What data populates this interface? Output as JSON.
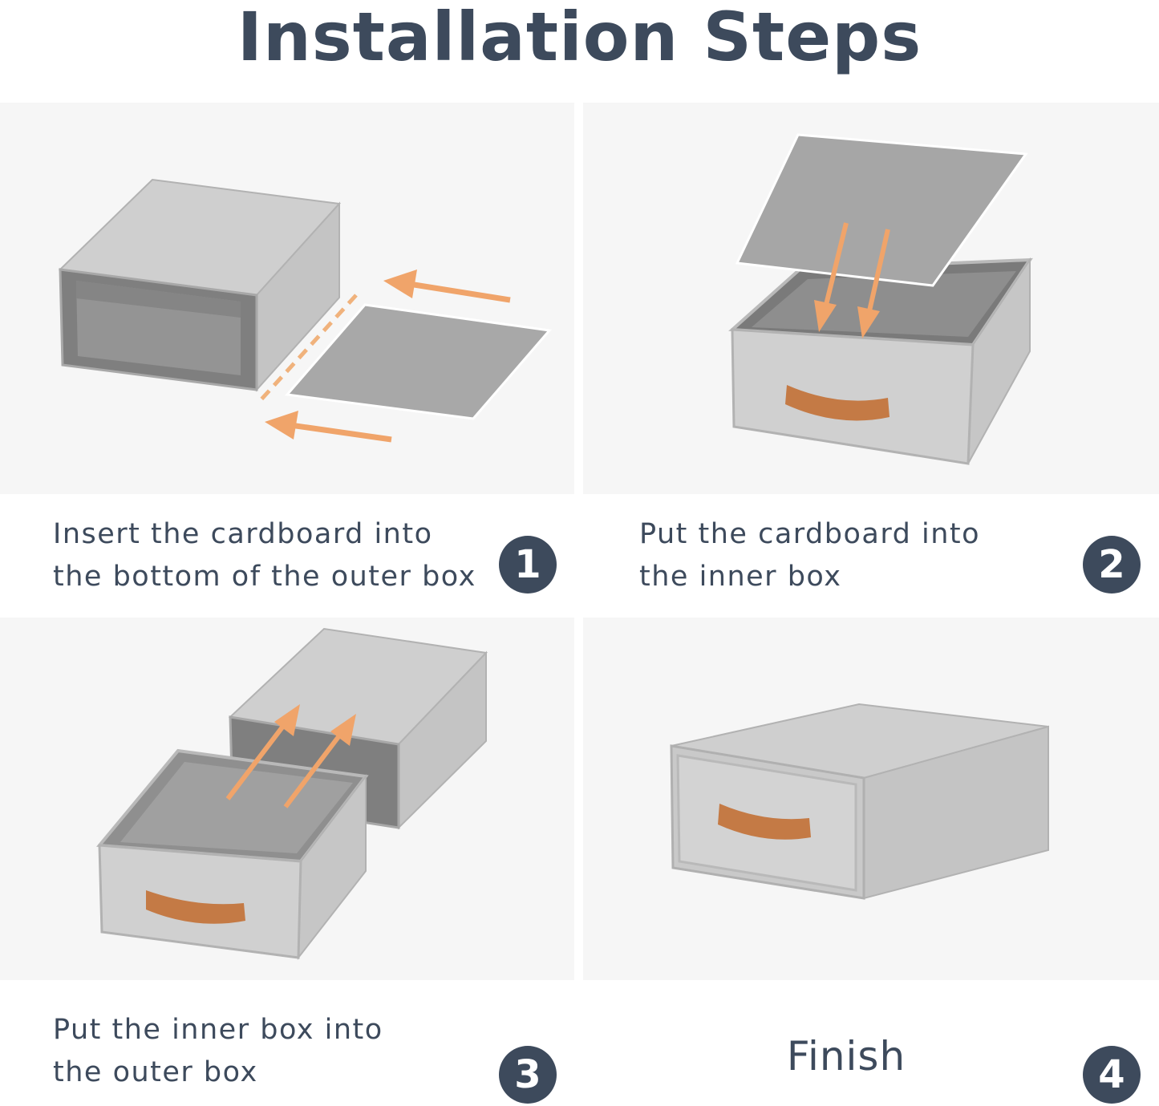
{
  "title": "Installation Steps",
  "steps": [
    {
      "number": "1",
      "lines": [
        "Insert the cardboard into",
        "the bottom of the outer box"
      ]
    },
    {
      "number": "2",
      "lines": [
        "Put the cardboard into",
        "the inner box"
      ]
    },
    {
      "number": "3",
      "lines": [
        "Put the inner box into",
        "the outer box"
      ]
    },
    {
      "number": "4",
      "lines": [
        "Finish"
      ]
    }
  ],
  "colors": {
    "title": "#3d4a5c",
    "badge": "#3d4a5c",
    "panel_bg": "#f6f6f6",
    "fabric": "#c9c9c9",
    "fabric_dark": "#bcbcbc",
    "interior": "#8e8e8e",
    "cardboard": "#9f9f9f",
    "arrow": "#f0a46a",
    "handle": "#c47a45"
  },
  "icons": [
    "outer-box-illustration",
    "cardboard-illustration",
    "inner-box-illustration",
    "drawer-handle-icon",
    "arrow-icon"
  ]
}
